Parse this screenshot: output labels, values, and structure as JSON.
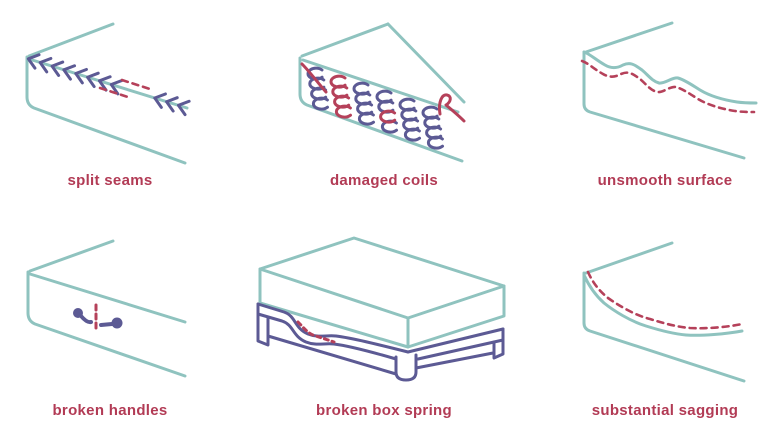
{
  "palette": {
    "bg": "#ffffff",
    "teal": "#8fc3bf",
    "purple": "#5c5a94",
    "red": "#b5415a",
    "label-red": "#b23b55"
  },
  "panels": [
    {
      "id": "split-seams",
      "label": "split seams"
    },
    {
      "id": "damaged-coils",
      "label": "damaged coils"
    },
    {
      "id": "unsmooth-surface",
      "label": "unsmooth surface"
    },
    {
      "id": "broken-handles",
      "label": "broken handles"
    },
    {
      "id": "broken-box-spring",
      "label": "broken box spring"
    },
    {
      "id": "substantial-sagging",
      "label": "substantial sagging"
    }
  ]
}
